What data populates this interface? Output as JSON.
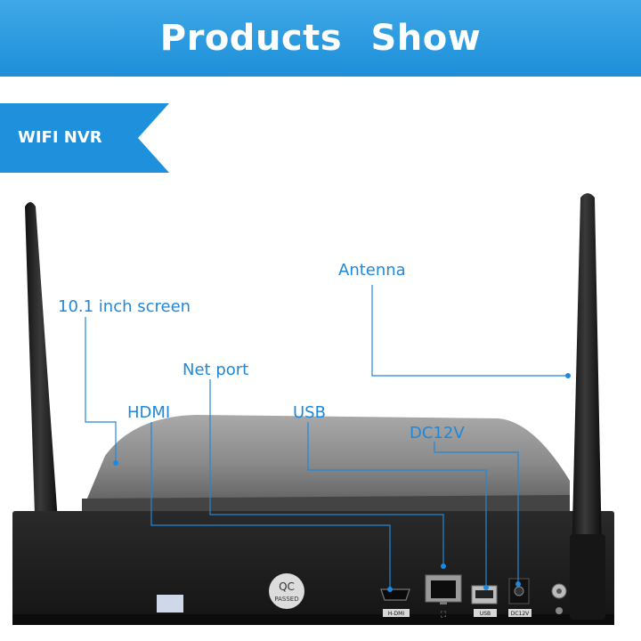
{
  "header": {
    "title": "Products Show"
  },
  "ribbon": {
    "label": "WIFI NVR"
  },
  "callouts": {
    "antenna": "Antenna",
    "screen": "10.1 inch screen",
    "net_port": "Net port",
    "hdmi": "HDMI",
    "usb": "USB",
    "dc12v": "DC12V"
  },
  "device": {
    "qc_badge_top": "QC",
    "qc_badge_bottom": "PASSED",
    "port_hdmi": "H-DMI",
    "port_usb": "USB",
    "port_dc": "DC12V"
  },
  "colors": {
    "header": "#1d8fd8",
    "callout": "#1f88db",
    "device_body": "#1c1c1c"
  }
}
